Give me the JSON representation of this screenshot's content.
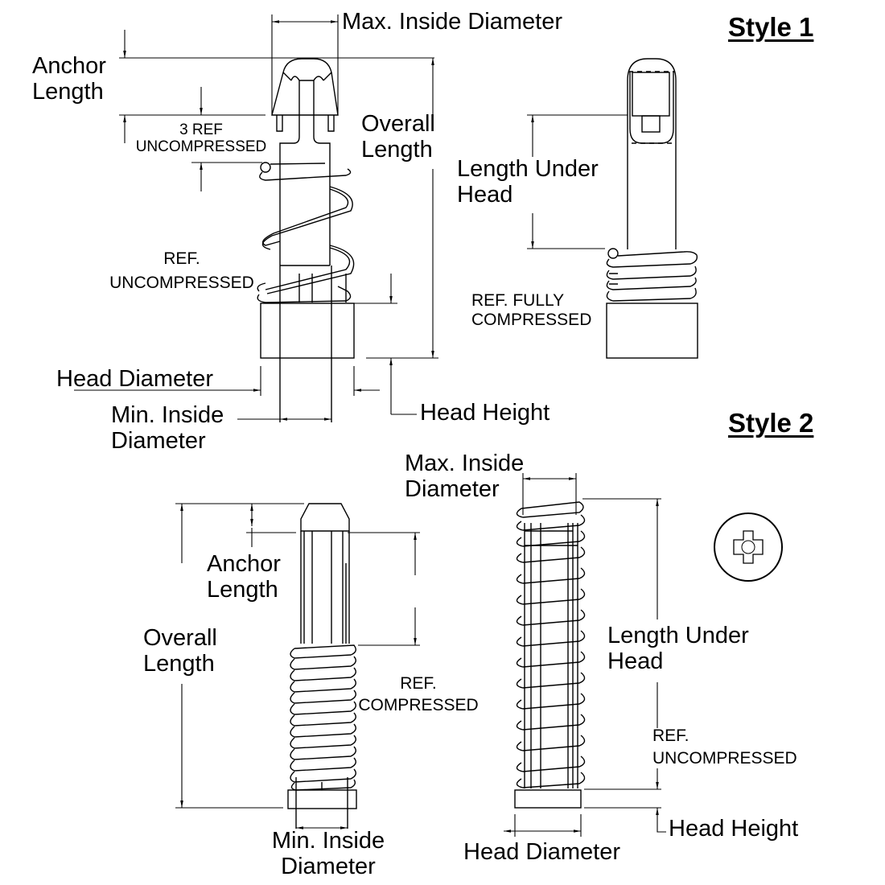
{
  "style1": {
    "title": "Style 1",
    "labels": {
      "max_inside_diameter": "Max. Inside Diameter",
      "anchor_length": [
        "Anchor",
        "Length"
      ],
      "ref_3_uncompressed": [
        "3 REF",
        "UNCOMPRESSED"
      ],
      "overall_length": [
        "Overall",
        "Length"
      ],
      "ref_uncompressed": [
        "REF.",
        "UNCOMPRESSED"
      ],
      "head_diameter": "Head Diameter",
      "min_inside_diameter": [
        "Min. Inside",
        "Diameter"
      ],
      "head_height": "Head Height",
      "length_under_head": [
        "Length Under",
        "Head"
      ],
      "ref_fully_compressed": [
        "REF. FULLY",
        "COMPRESSED"
      ]
    }
  },
  "style2": {
    "title": "Style 2",
    "labels": {
      "max_inside_diameter": [
        "Max. Inside",
        "Diameter"
      ],
      "anchor_length": [
        "Anchor",
        "Length"
      ],
      "overall_length": [
        "Overall",
        "Length"
      ],
      "ref_compressed": [
        "REF.",
        "COMPRESSED"
      ],
      "min_inside_diameter": [
        "Min. Inside",
        "Diameter"
      ],
      "length_under_head": [
        "Length Under",
        "Head"
      ],
      "ref_uncompressed": [
        "REF.",
        "UNCOMPRESSED"
      ],
      "head_height": "Head Height",
      "head_diameter": "Head Diameter"
    },
    "icons": [
      "phillips-head-top-view-icon"
    ]
  },
  "colors": {
    "line": "#000000",
    "background": "#ffffff"
  }
}
